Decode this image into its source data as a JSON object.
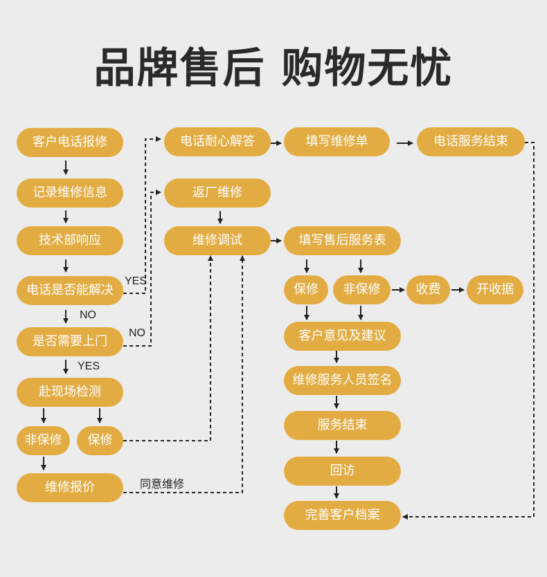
{
  "title": "品牌售后  购物无忧",
  "nodes": {
    "n1": "客户电话报修",
    "n2": "记录维修信息",
    "n3": "技术部响应",
    "n4": "电话是否能解决",
    "n5": "是否需要上门",
    "n6": "赴现场检测",
    "n7": "非保修",
    "n8": "保修",
    "n9": "维修报价",
    "n10": "电话耐心解答",
    "n11": "返厂维修",
    "n12": "维修调试",
    "n13": "填写维修单",
    "n14": "电话服务结束",
    "n15": "填写售后服务表",
    "n16": "保修",
    "n17": "非保修",
    "n18": "收费",
    "n19": "开收据",
    "n20": "客户意见及建议",
    "n21": "维修服务人员签名",
    "n22": "服务结束",
    "n23": "回访",
    "n24": "完善客户档案"
  },
  "labels": {
    "yes_1": "YES",
    "no_1": "NO",
    "no_2": "NO",
    "yes_2": "YES",
    "agree": "同意维修"
  },
  "colors": {
    "node_fill": "#e3ac43",
    "node_text": "#ffffff",
    "background": "#ececec",
    "line": "#222222"
  }
}
